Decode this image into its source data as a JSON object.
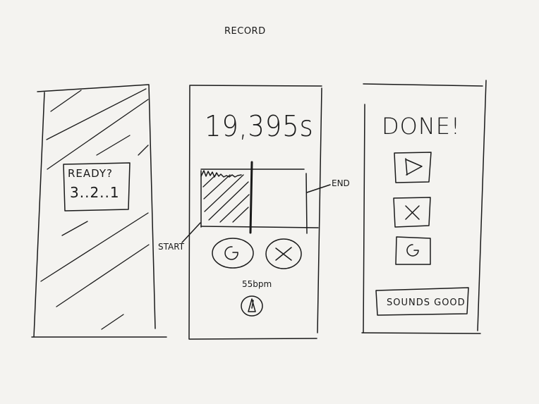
{
  "page": {
    "title": "RECORD"
  },
  "screen_ready": {
    "ready_label": "READY?",
    "countdown": "3..2..1"
  },
  "screen_recording": {
    "timer": "19,395s",
    "waveform": {
      "start_label": "START",
      "end_label": "END"
    },
    "controls": {
      "restart_icon": "restart-icon",
      "discard_icon": "close-icon",
      "metronome_icon": "metronome-icon"
    },
    "bpm": "55bpm"
  },
  "screen_done": {
    "title": "DONE!",
    "actions": {
      "play_icon": "play-icon",
      "discard_icon": "close-icon",
      "retake_icon": "restart-icon"
    },
    "confirm_label": "SOUNDS GOOD"
  }
}
